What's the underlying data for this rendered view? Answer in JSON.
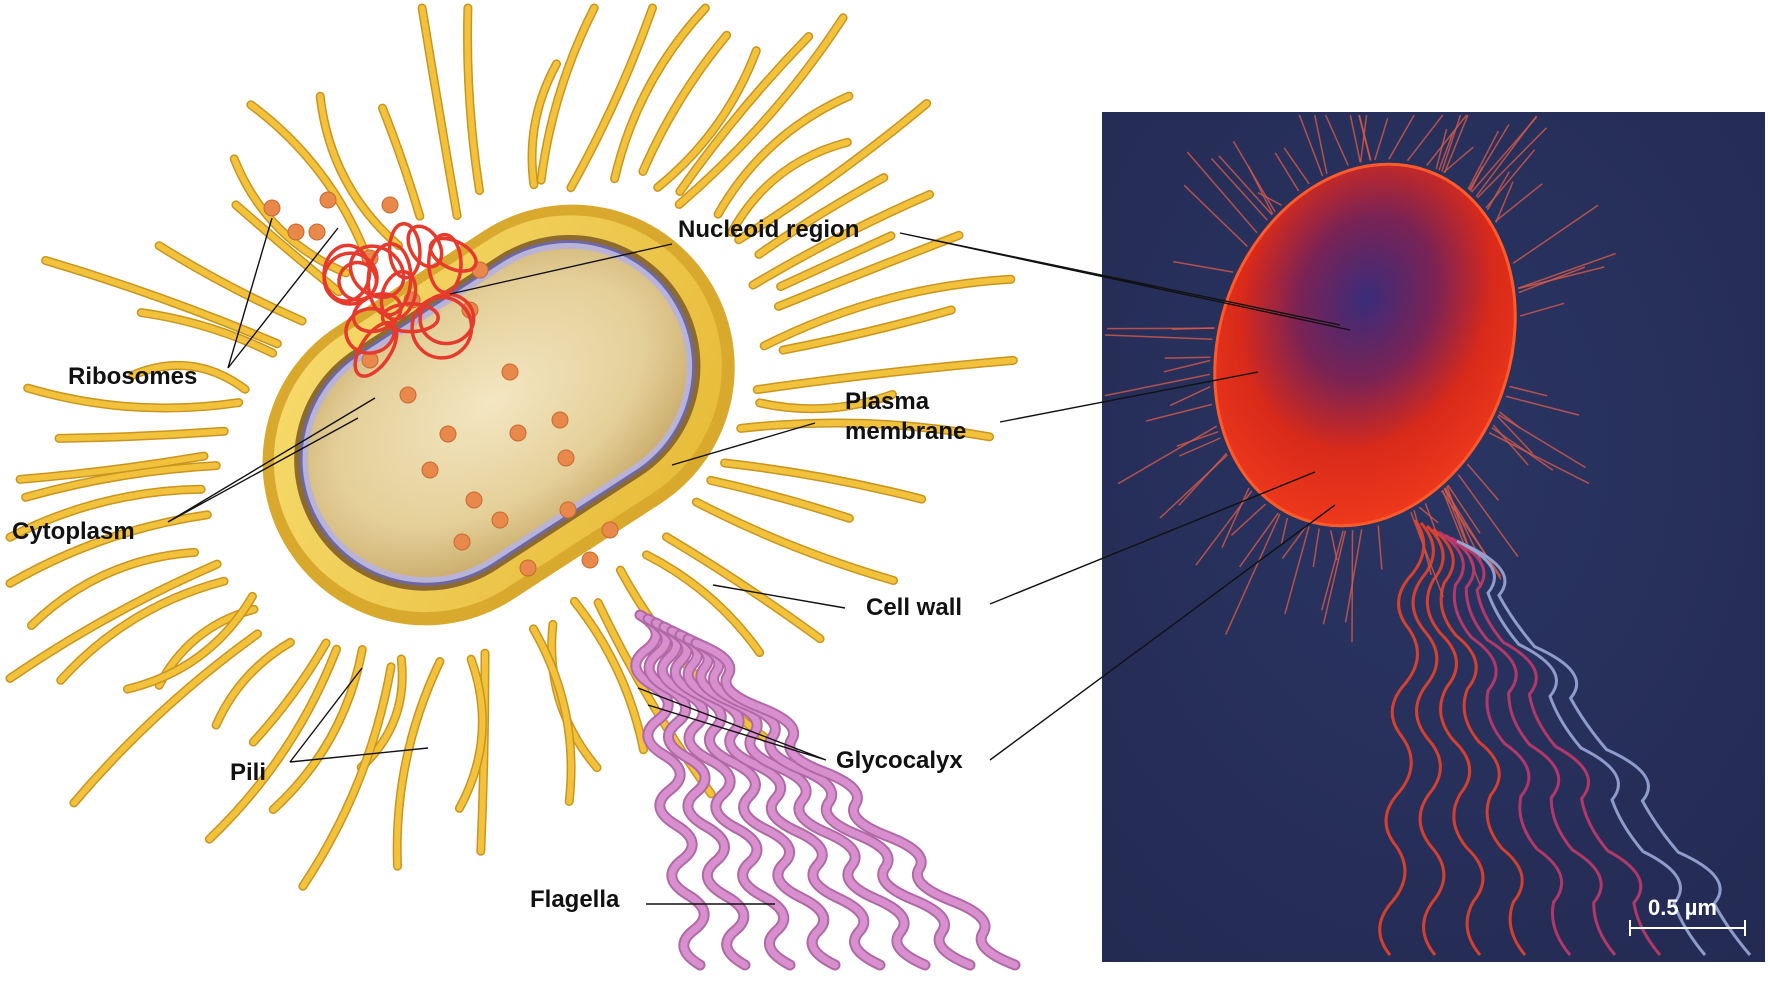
{
  "labels": {
    "ribosomes": "Ribosomes",
    "cytoplasm": "Cytoplasm",
    "pili": "Pili",
    "nucleoid_region": "Nucleoid region",
    "plasma_membrane_line1": "Plasma",
    "plasma_membrane_line2": "membrane",
    "cell_wall": "Cell wall",
    "glycocalyx": "Glycocalyx",
    "flagella": "Flagella"
  },
  "micrograph": {
    "scale_bar_label": "0.5 µm",
    "background_color": "#27305a",
    "cell_color": "#e02a14"
  },
  "colors": {
    "pili": "#f2c23c",
    "cell_wall": "#f1cf55",
    "glycocalyx": "#d9a92e",
    "plasma_membrane": "#7c79b4",
    "cytoplasm": "#ead9a6",
    "nucleoid": "#e53a2c",
    "ribosome": "#e8894b",
    "flagella": "#d88fcd"
  }
}
